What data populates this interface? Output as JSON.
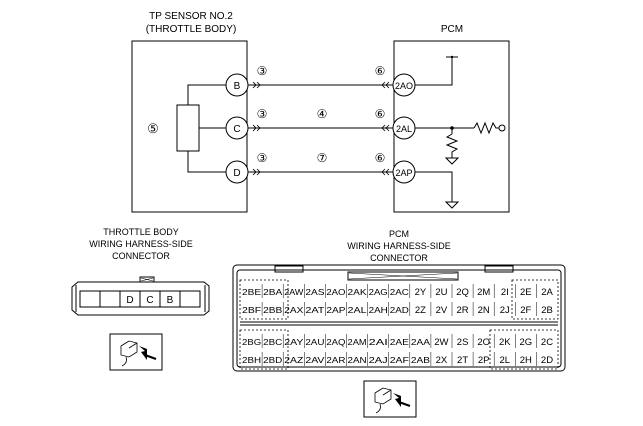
{
  "wiring": {
    "sensor_title_line1": "TP SENSOR NO.2",
    "sensor_title_line2": "(THROTTLE BODY)",
    "pcm_title": "PCM",
    "sensor_ref": "⑤",
    "sensor_pins": [
      "B",
      "C",
      "D"
    ],
    "pcm_pins": [
      "2AO",
      "2AL",
      "2AP"
    ],
    "refs_left": [
      "③",
      "③",
      "③"
    ],
    "refs_mid": [
      "",
      "④",
      "⑦"
    ],
    "refs_right": [
      "⑥",
      "⑥",
      "⑥"
    ]
  },
  "throttle_connector": {
    "title_line1": "THROTTLE BODY",
    "title_line2": "WIRING HARNESS-SIDE",
    "title_line3": "CONNECTOR",
    "cells": [
      "",
      "",
      "D",
      "C",
      "B",
      ""
    ]
  },
  "pcm_connector": {
    "title_line1": "PCM",
    "title_line2": "WIRING HARNESS-SIDE",
    "title_line3": "CONNECTOR",
    "rows": [
      [
        "2BE",
        "2BA",
        "2AW",
        "2AS",
        "2AO",
        "2AK",
        "2AG",
        "2AC",
        "2Y",
        "2U",
        "2Q",
        "2M",
        "2I",
        "2E",
        "2A"
      ],
      [
        "2BF",
        "2BB",
        "2AX",
        "2AT",
        "2AP",
        "2AL",
        "2AH",
        "2AD",
        "2Z",
        "2V",
        "2R",
        "2N",
        "2J",
        "2F",
        "2B"
      ],
      [
        "2BG",
        "2BC",
        "2AY",
        "2AU",
        "2AQ",
        "2AM",
        "2AI",
        "2AE",
        "2AA",
        "2W",
        "2S",
        "2O",
        "2K",
        "2G",
        "2C"
      ],
      [
        "2BH",
        "2BD",
        "2AZ",
        "2AV",
        "2AR",
        "2AN",
        "2AJ",
        "2AF",
        "2AB",
        "2X",
        "2T",
        "2P",
        "2L",
        "2H",
        "2D"
      ]
    ]
  }
}
